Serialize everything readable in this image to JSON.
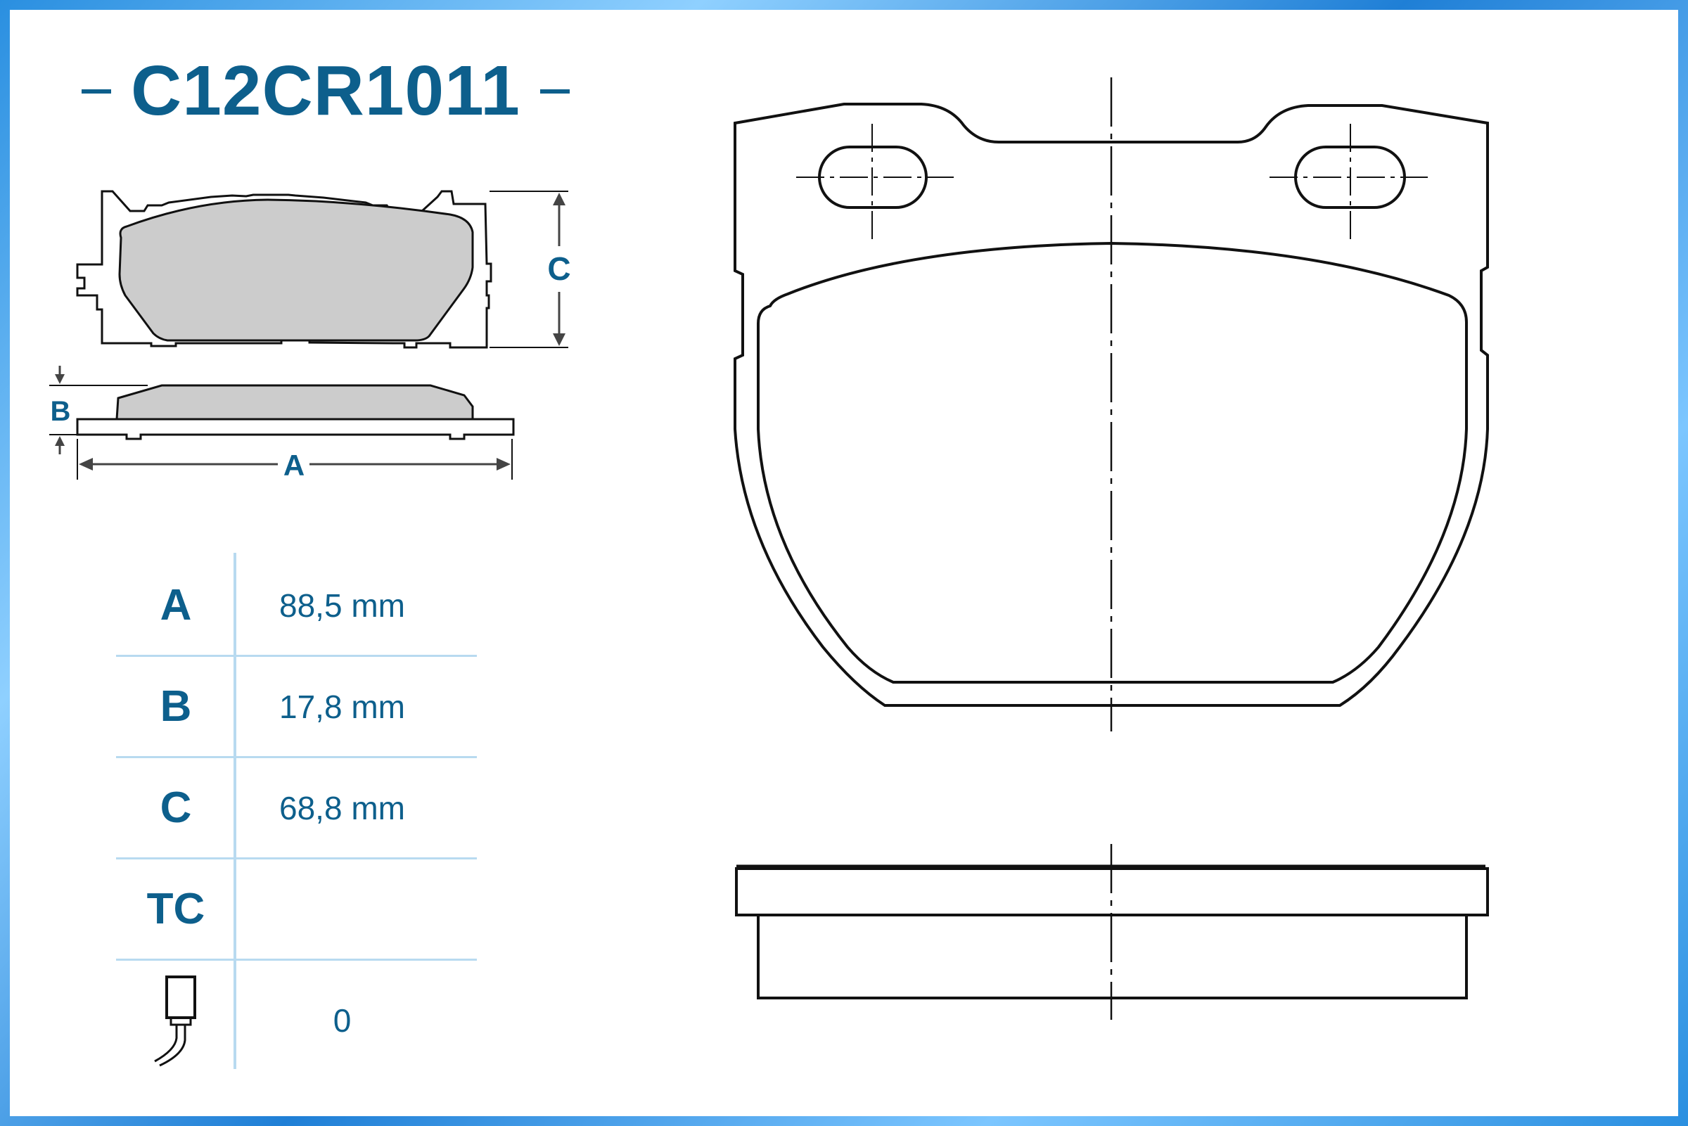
{
  "part_number": "C12CR1011",
  "dimension_labels": {
    "a": "A",
    "b": "B",
    "c": "C"
  },
  "specs": [
    {
      "key": "A",
      "value": "88,5 mm"
    },
    {
      "key": "B",
      "value": "17,8 mm"
    },
    {
      "key": "C",
      "value": "68,8 mm"
    },
    {
      "key": "TC",
      "value": ""
    }
  ],
  "sensor": {
    "icon": "wear-sensor-icon",
    "value": "0"
  },
  "colors": {
    "brand_blue": "#0d5f8c",
    "table_line": "#b8daf0",
    "frame_blue": "#2a8fe0",
    "pad_fill": "#cccccc",
    "outline": "#111111"
  }
}
